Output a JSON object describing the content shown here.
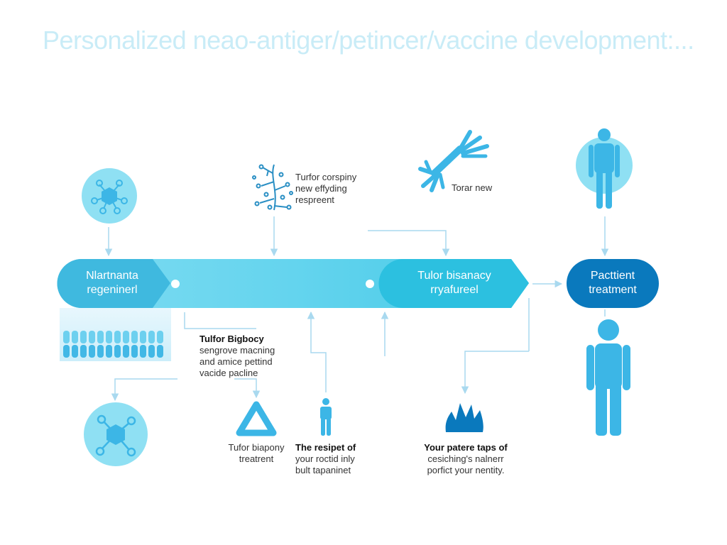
{
  "title": "Personalized neao-antiger/petincer/vaccine  development:...",
  "band": {
    "left_label": [
      "Nlartnanta",
      "regeninerl"
    ],
    "mid_label": [
      "Tulor bisanacy",
      "rryafureel"
    ],
    "right_label": [
      "Pacttient",
      "treatment"
    ]
  },
  "top_labels": {
    "tree": [
      "Turfor corspiny",
      "new effyding",
      "respreent"
    ],
    "hand": [
      "Torar new"
    ]
  },
  "bottom_labels": {
    "biopsy": [
      "Tulfor Bigbocy",
      "sengrove macning",
      "and amice pettind",
      "vacide pacline"
    ],
    "treatment": [
      "Tufor biapony",
      "treatrent"
    ],
    "respect": [
      "The resipet of",
      "your roctid inly",
      "bult tapaninet"
    ],
    "patere": [
      "Your patere taps of",
      "cesiching's nalnerr",
      "porfict your nentity."
    ]
  },
  "colors": {
    "band": "#5fd3ec",
    "band_left": "#3fb9df",
    "band_right": "#2cc0e0",
    "pill": "#0a79bd",
    "icon": "#3cb6e6",
    "circle": "#8fe0f3",
    "arrow": "#a9d9ef",
    "title": "#c9ecf7"
  },
  "icons": {
    "top_left": "molecule-icon",
    "tree": "branching-tree-icon",
    "hand": "hand-icon",
    "patient_top": "person-icon",
    "cells": "cell-array-icon",
    "bottom_left": "molecule-icon",
    "triangle": "triangle-icon",
    "small_person": "person-icon",
    "flame": "flame-icon",
    "patient_big": "person-icon"
  }
}
